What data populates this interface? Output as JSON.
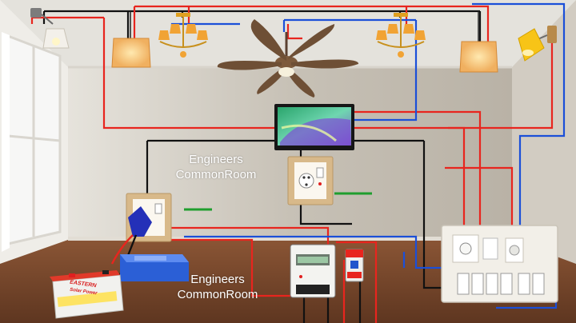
{
  "watermark": {
    "top_line1": "Engineers",
    "top_line2": "CommonRoom",
    "bottom_line1": "Engineers",
    "bottom_line2": "CommonRoom"
  },
  "battery": {
    "brand": "EASTERN",
    "model": "Solar Power"
  },
  "meter": {
    "brand": ""
  },
  "colors": {
    "wire_red": "#e8251e",
    "wire_blue": "#1b4fd8",
    "wire_black": "#111111",
    "wire_green": "#1f9e2e",
    "wall": "#c9c3b8",
    "ceiling": "#e9e6e0",
    "floor": "#7a4a2c",
    "switch_plate": "#f2efe8",
    "socket_plate": "#d8b98a"
  },
  "icons": [
    "wall-lamp-icon",
    "pendant-lamp-icon",
    "chandelier-icon",
    "ceiling-fan-icon",
    "television-icon",
    "socket-board-icon",
    "switchboard-icon",
    "energy-meter-icon",
    "circuit-breaker-icon",
    "inverter-icon",
    "battery-icon",
    "window-icon",
    "plug-icon"
  ]
}
